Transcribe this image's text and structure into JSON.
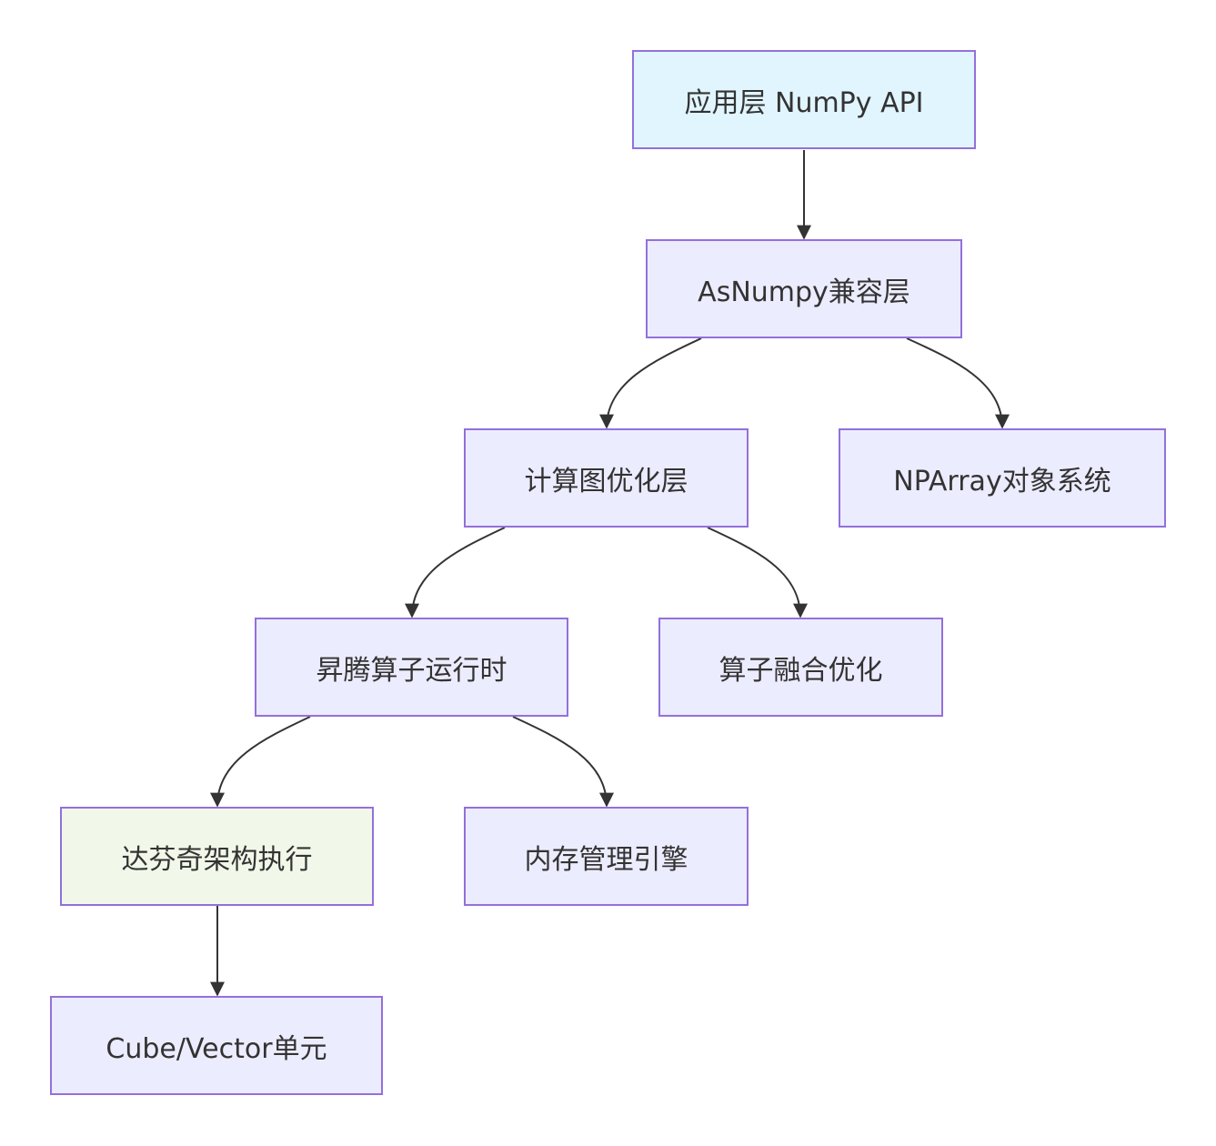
{
  "nodes": {
    "app": {
      "label": "应用层 NumPy API",
      "fill": "#e1f5fe"
    },
    "compat": {
      "label": "AsNumpy兼容层",
      "fill": "#ececff"
    },
    "graph": {
      "label": "计算图优化层",
      "fill": "#ececff"
    },
    "nparray": {
      "label": "NPArray对象系统",
      "fill": "#ececff"
    },
    "runtime": {
      "label": "昇腾算子运行时",
      "fill": "#ececff"
    },
    "fusion": {
      "label": "算子融合优化",
      "fill": "#ececff"
    },
    "davinci": {
      "label": "达芬奇架构执行",
      "fill": "#f1f8e9"
    },
    "memory": {
      "label": "内存管理引擎",
      "fill": "#ececff"
    },
    "cube": {
      "label": "Cube/Vector单元",
      "fill": "#ececff"
    }
  },
  "edges": [
    {
      "from": "app",
      "to": "compat"
    },
    {
      "from": "compat",
      "to": "graph"
    },
    {
      "from": "compat",
      "to": "nparray"
    },
    {
      "from": "graph",
      "to": "runtime"
    },
    {
      "from": "graph",
      "to": "fusion"
    },
    {
      "from": "runtime",
      "to": "davinci"
    },
    {
      "from": "runtime",
      "to": "memory"
    },
    {
      "from": "davinci",
      "to": "cube"
    }
  ],
  "colors": {
    "border": "#9370db",
    "edge": "#333333",
    "text": "#333333"
  }
}
